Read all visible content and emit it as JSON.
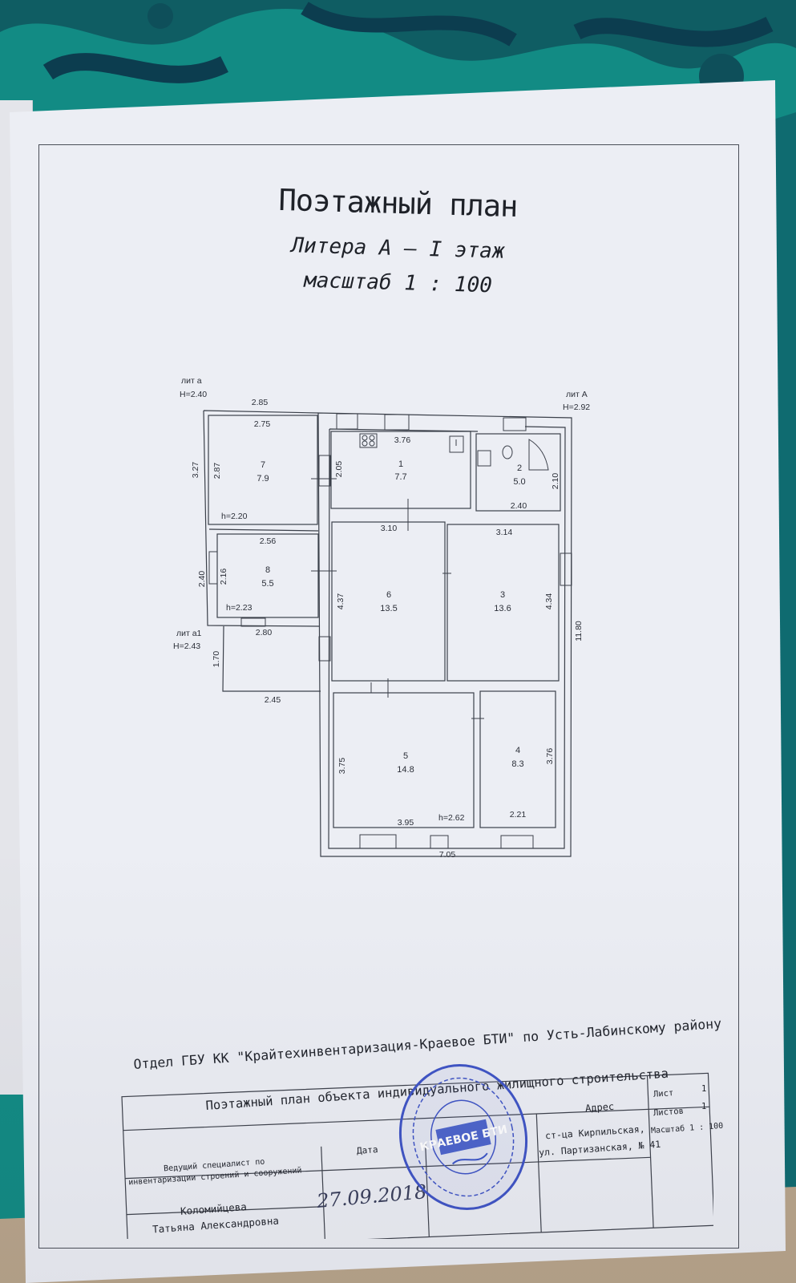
{
  "title": "Поэтажный план",
  "subtitle": "Литера А – I этаж",
  "scale": "масштаб 1 : 100",
  "liters": {
    "lit_a_label": "лит а",
    "lit_a_h": "H=2.40",
    "lit_A_label": "лит А",
    "lit_A_h": "H=2.92",
    "lit_a1_label": "лит а1",
    "lit_a1_h": "H=2.43"
  },
  "rooms": [
    {
      "num": "1",
      "area": "7.7"
    },
    {
      "num": "2",
      "area": "5.0"
    },
    {
      "num": "3",
      "area": "13.6"
    },
    {
      "num": "4",
      "area": "8.3"
    },
    {
      "num": "5",
      "area": "14.8"
    },
    {
      "num": "6",
      "area": "13.5"
    },
    {
      "num": "7",
      "area": "7.9"
    },
    {
      "num": "8",
      "area": "5.5"
    }
  ],
  "heights": {
    "room7": "h=2.20",
    "room8": "h=2.23",
    "room5": "h=2.62"
  },
  "dims": {
    "top_overall": "2.85",
    "r7_width": "2.75",
    "r7_outer_h": "3.27",
    "r7_inner_h": "2.87",
    "r1_width": "3.76",
    "r1_h": "2.05",
    "r2_h": "2.10",
    "r2_width": "2.40",
    "r6_width": "3.10",
    "r3_width": "3.14",
    "r8_width": "2.56",
    "r8_outer_h": "2.40",
    "r8_inner_h": "2.16",
    "r6_h": "4.37",
    "r3_h": "4.34",
    "total_h": "11.80",
    "porch_width": "2.80",
    "porch_h": "1.70",
    "porch_bottom": "2.45",
    "r5_h": "3.75",
    "r4_h": "3.76",
    "r5_width": "3.95",
    "r4_width": "2.21",
    "bottom_overall": "7.05"
  },
  "stamp": {
    "org": "Отдел ГБУ КК \"Крайтехинвентаризация-Краевое БТИ\" по Усть-Лабинскому району",
    "doc": "Поэтажный план объекта индивидуального жилищного строительства",
    "address_label": "Адрес",
    "address_line1": "ст-ца Кирпильская,",
    "address_line2": "ул. Партизанская, № 41",
    "sheet_label": "Лист",
    "sheet_value": "1",
    "sheets_label": "Листов",
    "sheets_value": "1",
    "scale_label": "Масштаб 1 : 100",
    "role_line1": "Ведущий специалист по",
    "role_line2": "инвентаризации строений и сооружений",
    "date_label": "Дата",
    "name_line1": "Коломийцева",
    "name_line2": "Татьяна Александровна",
    "date_value": "27.09.2018",
    "seal_text": "КРАЕВОЕ БТИ"
  }
}
